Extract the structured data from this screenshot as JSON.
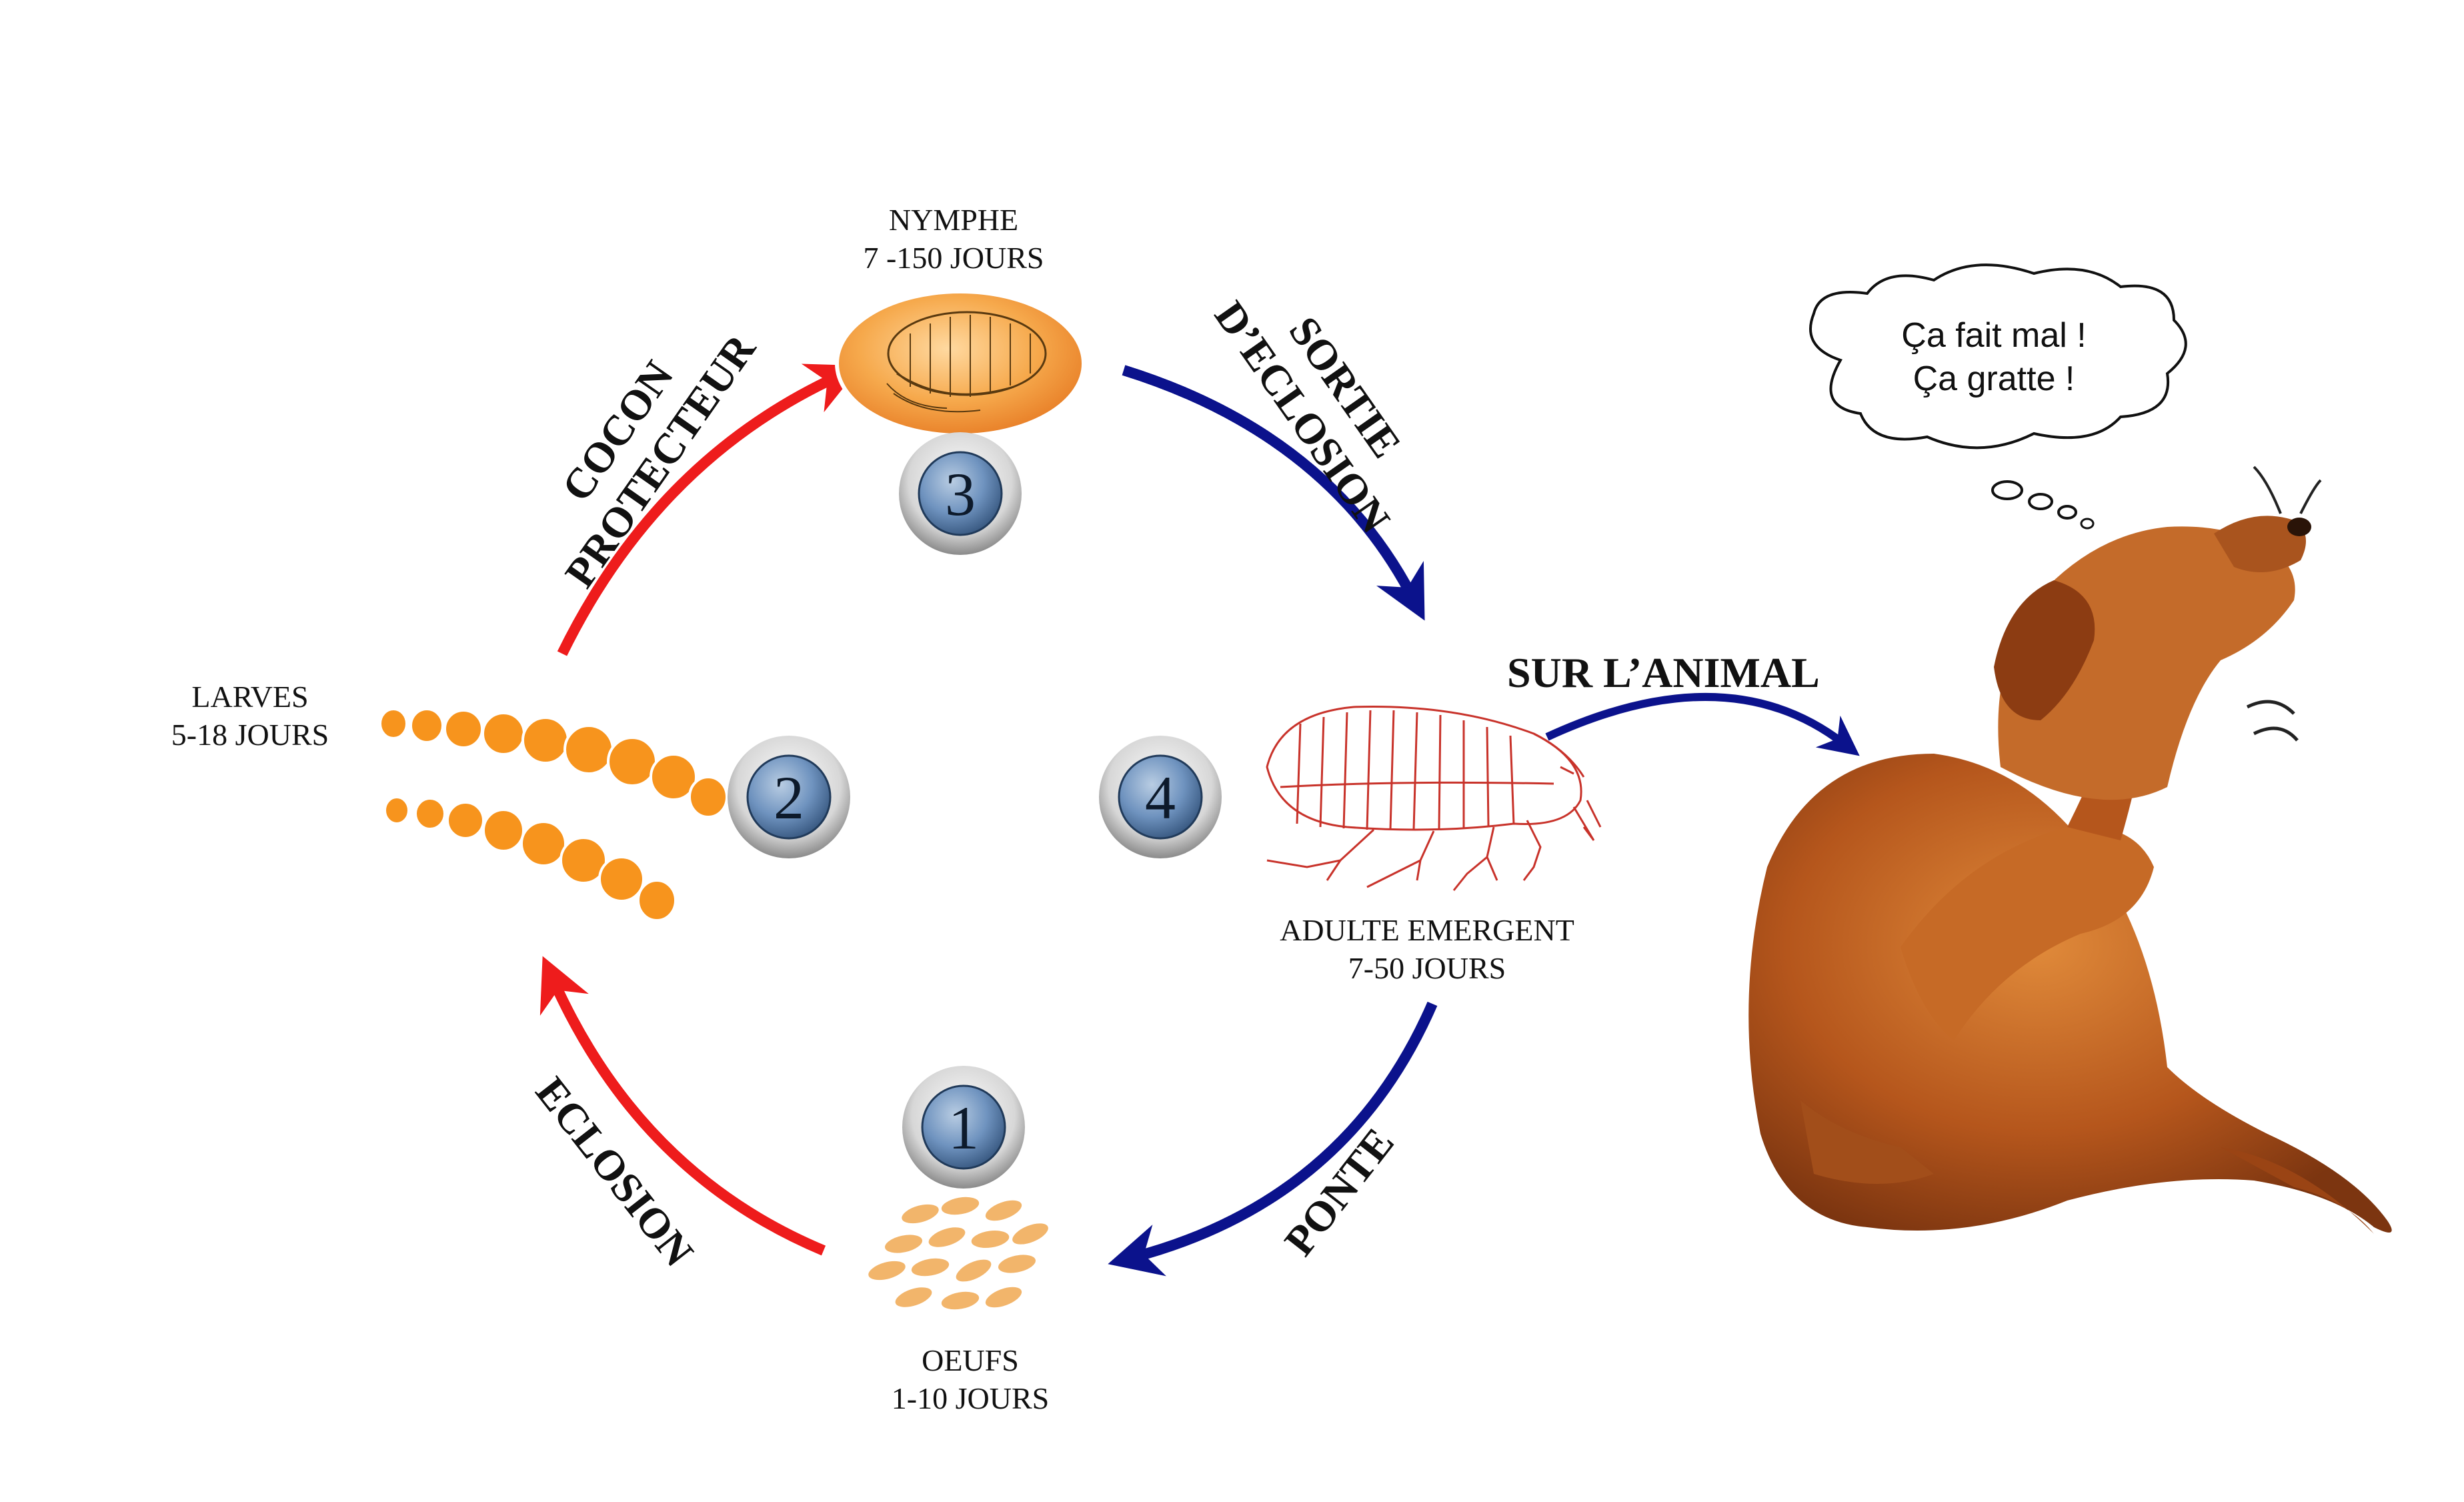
{
  "stages": {
    "nymphe": {
      "name": "NYMPHE",
      "duration": "7 -150 JOURS",
      "number": "3"
    },
    "larves": {
      "name": "LARVES",
      "duration": "5-18 JOURS",
      "number": "2"
    },
    "adulte": {
      "name": "ADULTE EMERGENT",
      "duration": "7-50 JOURS",
      "number": "4"
    },
    "oeufs": {
      "name": "OEUFS",
      "duration": "1-10 JOURS",
      "number": "1"
    }
  },
  "arrows": {
    "cocon": {
      "line1": "COCON",
      "line2": "PROTECTEUR"
    },
    "sortie": {
      "line1": "SORTIE",
      "line2": "D’ECLOSION"
    },
    "eclosion": {
      "label": "ECLOSION"
    },
    "ponte": {
      "label": "PONTE"
    },
    "animal": {
      "label": "SUR L’ANIMAL"
    }
  },
  "speech_bubble": {
    "line1": "Ça fait mal !",
    "line2": "Ça gratte !"
  },
  "colors": {
    "red_arrow": "#ee1c1c",
    "blue_arrow": "#0b128c",
    "larva_orange": "#f7941d",
    "egg_tan": "#f2b56b",
    "flea_red": "#c8322a",
    "dog_fur": "#b85a1c",
    "badge_blue": "#5f85b2"
  }
}
